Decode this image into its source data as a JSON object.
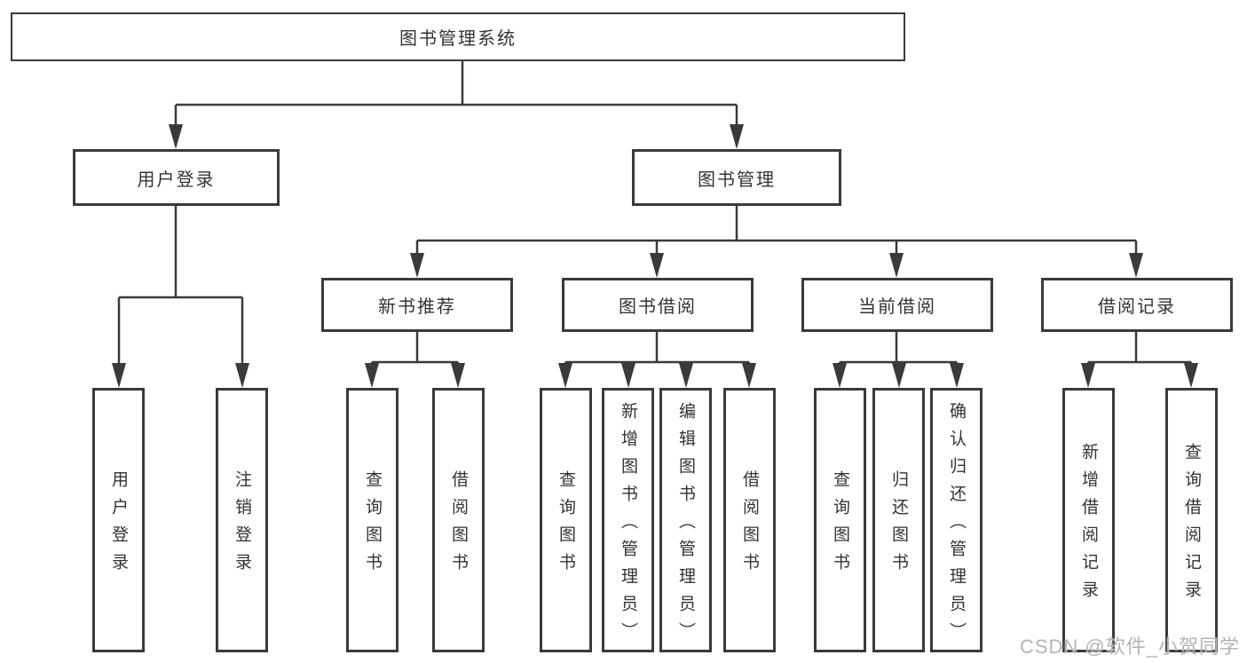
{
  "diagram": {
    "title": "图书管理系统",
    "root": {
      "label": "图书管理系统",
      "children": [
        {
          "label": "用户登录",
          "children": [
            {
              "label": "用户登录"
            },
            {
              "label": "注销登录"
            }
          ]
        },
        {
          "label": "图书管理",
          "children": [
            {
              "label": "新书推荐",
              "children": [
                {
                  "label": "查询图书"
                },
                {
                  "label": "借阅图书"
                }
              ]
            },
            {
              "label": "图书借阅",
              "children": [
                {
                  "label": "查询图书"
                },
                {
                  "label": "新增图书（管理员）"
                },
                {
                  "label": "编辑图书（管理员）"
                },
                {
                  "label": "借阅图书"
                }
              ]
            },
            {
              "label": "当前借阅",
              "children": [
                {
                  "label": "查询图书"
                },
                {
                  "label": "归还图书"
                },
                {
                  "label": "确认归还（管理员）"
                }
              ]
            },
            {
              "label": "借阅记录",
              "children": [
                {
                  "label": "新增借阅记录"
                },
                {
                  "label": "查询借阅记录"
                }
              ]
            }
          ]
        }
      ]
    }
  },
  "watermark": {
    "text": "CSDN @软件_小贺同学"
  },
  "colors": {
    "line": "#3a3a3a",
    "text": "#333333",
    "background": "#ffffff",
    "watermark": "#b4b4b4"
  }
}
